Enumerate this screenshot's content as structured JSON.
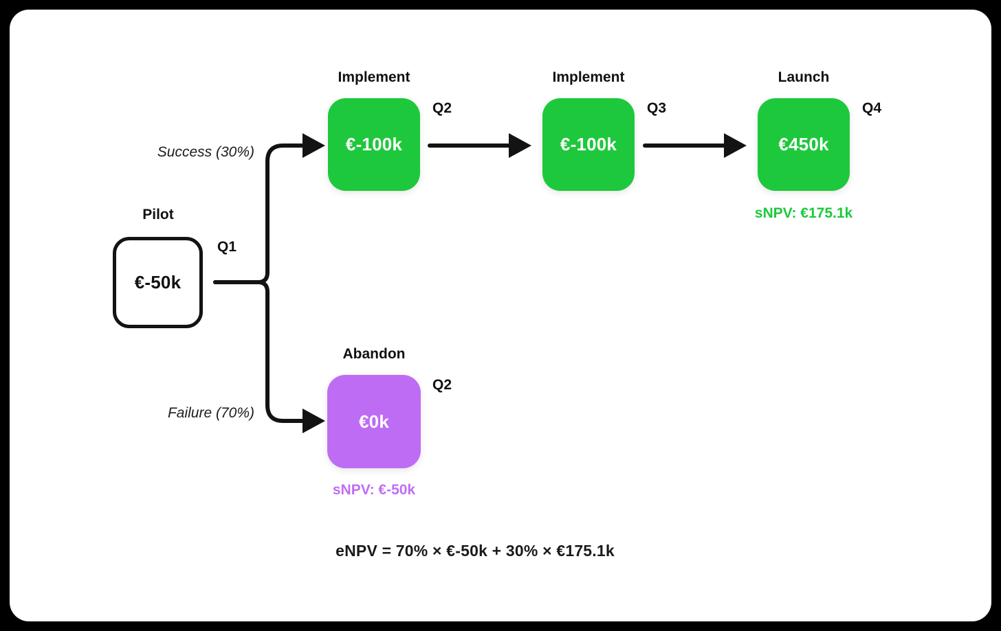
{
  "colors": {
    "positive_node": "#1ec83c",
    "abandon_node": "#bf6cf4",
    "snpv_success": "#1dc93b",
    "snpv_failure": "#c06df5",
    "connector": "#131313"
  },
  "tree": {
    "root": {
      "title": "Pilot",
      "value": "€-50k",
      "period": "Q1"
    },
    "success_branch": {
      "label": "Success (30%)",
      "steps": [
        {
          "title": "Implement",
          "value": "€-100k",
          "period": "Q2"
        },
        {
          "title": "Implement",
          "value": "€-100k",
          "period": "Q3"
        },
        {
          "title": "Launch",
          "value": "€450k",
          "period": "Q4"
        }
      ],
      "snpv": "sNPV: €175.1k"
    },
    "failure_branch": {
      "label": "Failure (70%)",
      "steps": [
        {
          "title": "Abandon",
          "value": "€0k",
          "period": "Q2"
        }
      ],
      "snpv": "sNPV: €-50k"
    },
    "formula": "eNPV = 70% × €-50k + 30% × €175.1k"
  }
}
